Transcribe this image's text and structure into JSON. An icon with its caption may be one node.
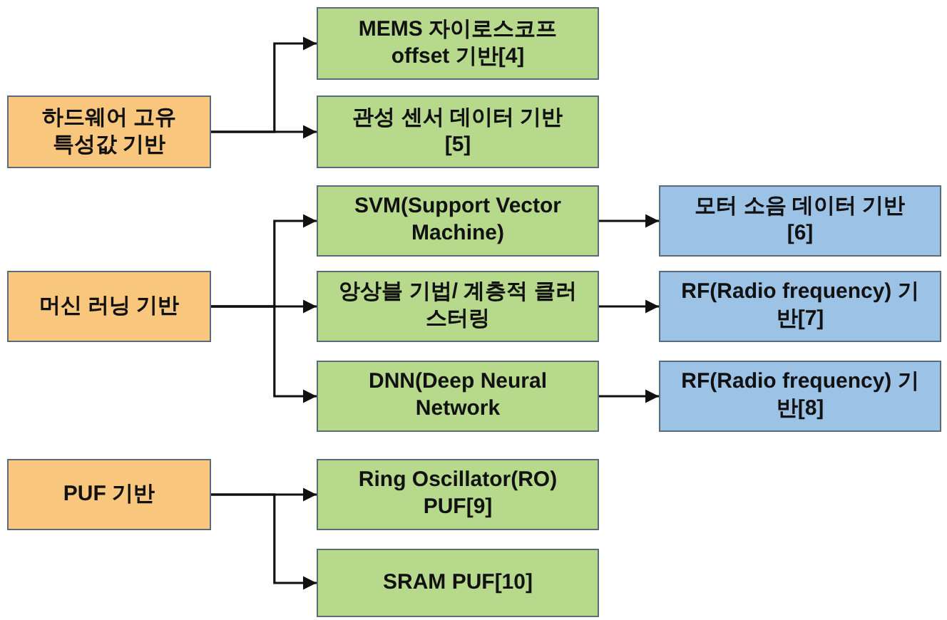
{
  "diagram": {
    "nodes": [
      {
        "text": [
          "하드웨어 고유 특성값 기반"
        ]
      },
      {
        "text": [
          "MEMS 자이로스코프 offset 기반[4]"
        ]
      },
      {
        "text": [
          "관성 센서 데이터 기반[5]"
        ]
      },
      {
        "text": [
          "머신 러닝 기반"
        ]
      },
      {
        "text": [
          "SVM(Support Vector Machine)"
        ]
      },
      {
        "text": [
          "모터 소음 데이터 기반 [6]"
        ]
      },
      {
        "text": [
          "앙상블 기법/ 계층적 클러스터링"
        ]
      },
      {
        "text": [
          "RF(Radio frequency) 기반[7]"
        ]
      },
      {
        "text": [
          "DNN(Deep Neural Network"
        ]
      },
      {
        "text": [
          "RF(Radio frequency) 기반[8]"
        ]
      },
      {
        "text": [
          "PUF 기반"
        ]
      },
      {
        "text": [
          "Ring Oscillator(RO) PUF[9]"
        ]
      },
      {
        "text": [
          "SRAM PUF[10]"
        ]
      }
    ],
    "edges": [
      {
        "from": 0,
        "to": 1,
        "arrow": "to"
      },
      {
        "from": 0,
        "to": 2,
        "arrow": "to"
      },
      {
        "from": 3,
        "to": 4,
        "arrow": "to"
      },
      {
        "from": 3,
        "to": 6,
        "arrow": "to"
      },
      {
        "from": 3,
        "to": 8,
        "arrow": "to"
      },
      {
        "from": 4,
        "to": 5,
        "arrow": "to"
      },
      {
        "from": 6,
        "to": 7,
        "arrow": "to"
      },
      {
        "from": 8,
        "to": 9,
        "arrow": "to"
      },
      {
        "from": 10,
        "to": 11,
        "arrow": "to"
      },
      {
        "from": 10,
        "to": 12,
        "arrow": "to"
      }
    ]
  }
}
